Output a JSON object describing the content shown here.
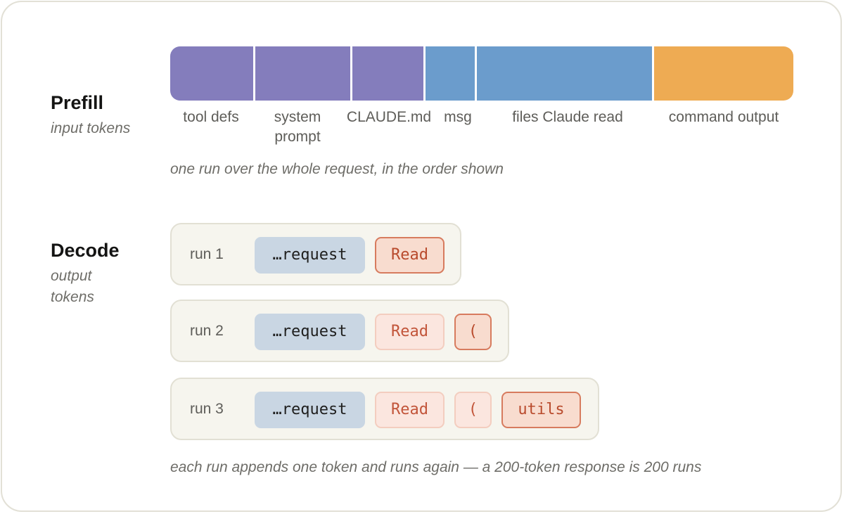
{
  "prefill": {
    "title": "Prefill",
    "subtitle": "input tokens",
    "segments": [
      {
        "label": "tool defs",
        "color": "#847dbc"
      },
      {
        "label": "system\nprompt",
        "color": "#847dbc"
      },
      {
        "label": "CLAUDE.md",
        "color": "#847dbc"
      },
      {
        "label": "msg",
        "color": "#6b9ccc"
      },
      {
        "label": "files Claude read",
        "color": "#6b9ccc"
      },
      {
        "label": "command output",
        "color": "#eeab53"
      }
    ],
    "note": "one run over the whole request, in the order shown"
  },
  "decode": {
    "title": "Decode",
    "subtitle": "output\ntokens",
    "runs": [
      {
        "label": "run 1",
        "request": "…request",
        "tokens": [
          "Read"
        ]
      },
      {
        "label": "run 2",
        "request": "…request",
        "tokens": [
          "Read",
          "("
        ]
      },
      {
        "label": "run 3",
        "request": "…request",
        "tokens": [
          "Read",
          "(",
          "utils"
        ]
      }
    ],
    "note": "each run appends one token and runs again — a 200-token response is 200 runs"
  }
}
